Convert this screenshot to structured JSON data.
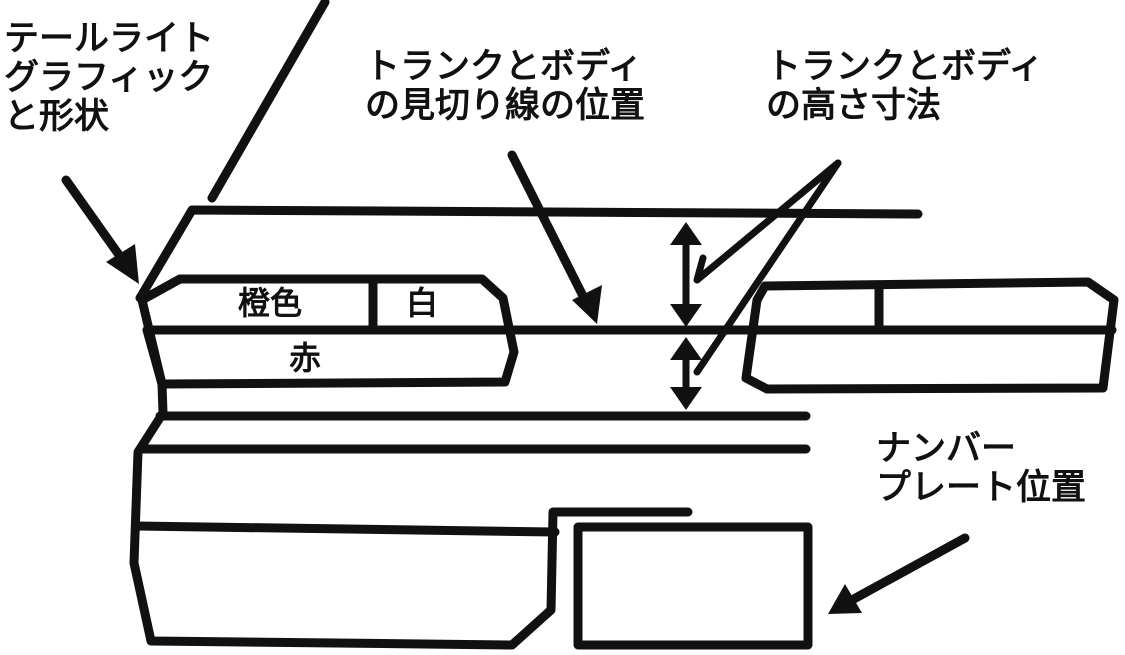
{
  "callouts": {
    "taillight": [
      "テールライト",
      "グラフィック",
      "と形状"
    ],
    "trunk_line": [
      "トランクとボディ",
      "の見切り線の位置"
    ],
    "trunk_height": [
      "トランクとボディ",
      "の高さ寸法"
    ],
    "plate": [
      "ナンバー",
      "プレート位置"
    ]
  },
  "lamp_segments": {
    "orange": "橙色",
    "white": "白",
    "red": "赤"
  },
  "colors": {
    "ink": "#111111",
    "background": "#ffffff"
  }
}
